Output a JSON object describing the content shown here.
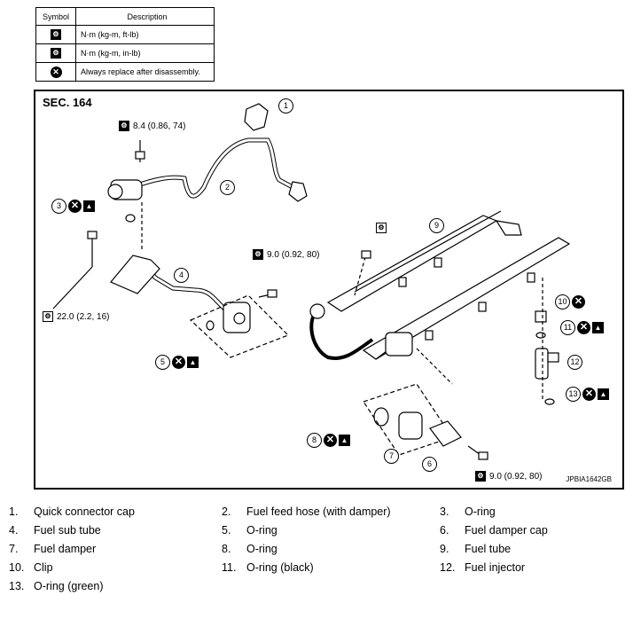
{
  "legend": {
    "header_symbol": "Symbol",
    "header_description": "Description",
    "rows": [
      {
        "icon": "torque-wrench-icon",
        "description": "N·m (kg-m, ft-lb)"
      },
      {
        "icon": "torque-wrench-inlb-icon",
        "description": "N·m (kg-m, in-lb)"
      },
      {
        "icon": "always-replace-icon",
        "description": "Always replace after disassembly."
      }
    ]
  },
  "diagram": {
    "section": "SEC. 164",
    "ref_code": "JPBIA1642GB",
    "torques": {
      "t1": "8.4 (0.86, 74)",
      "t2": "22.0 (2.2, 16)",
      "t3": "9.0 (0.92, 80)",
      "t4": "9.0 (0.92, 80)"
    },
    "callouts": {
      "c1": "1",
      "c2": "2",
      "c3": "3",
      "c4": "4",
      "c5": "5",
      "c6": "6",
      "c7": "7",
      "c8": "8",
      "c9": "9",
      "c10": "10",
      "c11": "11",
      "c12": "12",
      "c13": "13"
    }
  },
  "parts": [
    {
      "num": "1.",
      "name": "Quick connector cap"
    },
    {
      "num": "2.",
      "name": "Fuel feed hose (with damper)"
    },
    {
      "num": "3.",
      "name": "O-ring"
    },
    {
      "num": "4.",
      "name": "Fuel sub tube"
    },
    {
      "num": "5.",
      "name": "O-ring"
    },
    {
      "num": "6.",
      "name": "Fuel damper cap"
    },
    {
      "num": "7.",
      "name": "Fuel damper"
    },
    {
      "num": "8.",
      "name": "O-ring"
    },
    {
      "num": "9.",
      "name": "Fuel tube"
    },
    {
      "num": "10.",
      "name": "Clip"
    },
    {
      "num": "11.",
      "name": "O-ring (black)"
    },
    {
      "num": "12.",
      "name": "Fuel injector"
    },
    {
      "num": "13.",
      "name": "O-ring (green)"
    }
  ]
}
